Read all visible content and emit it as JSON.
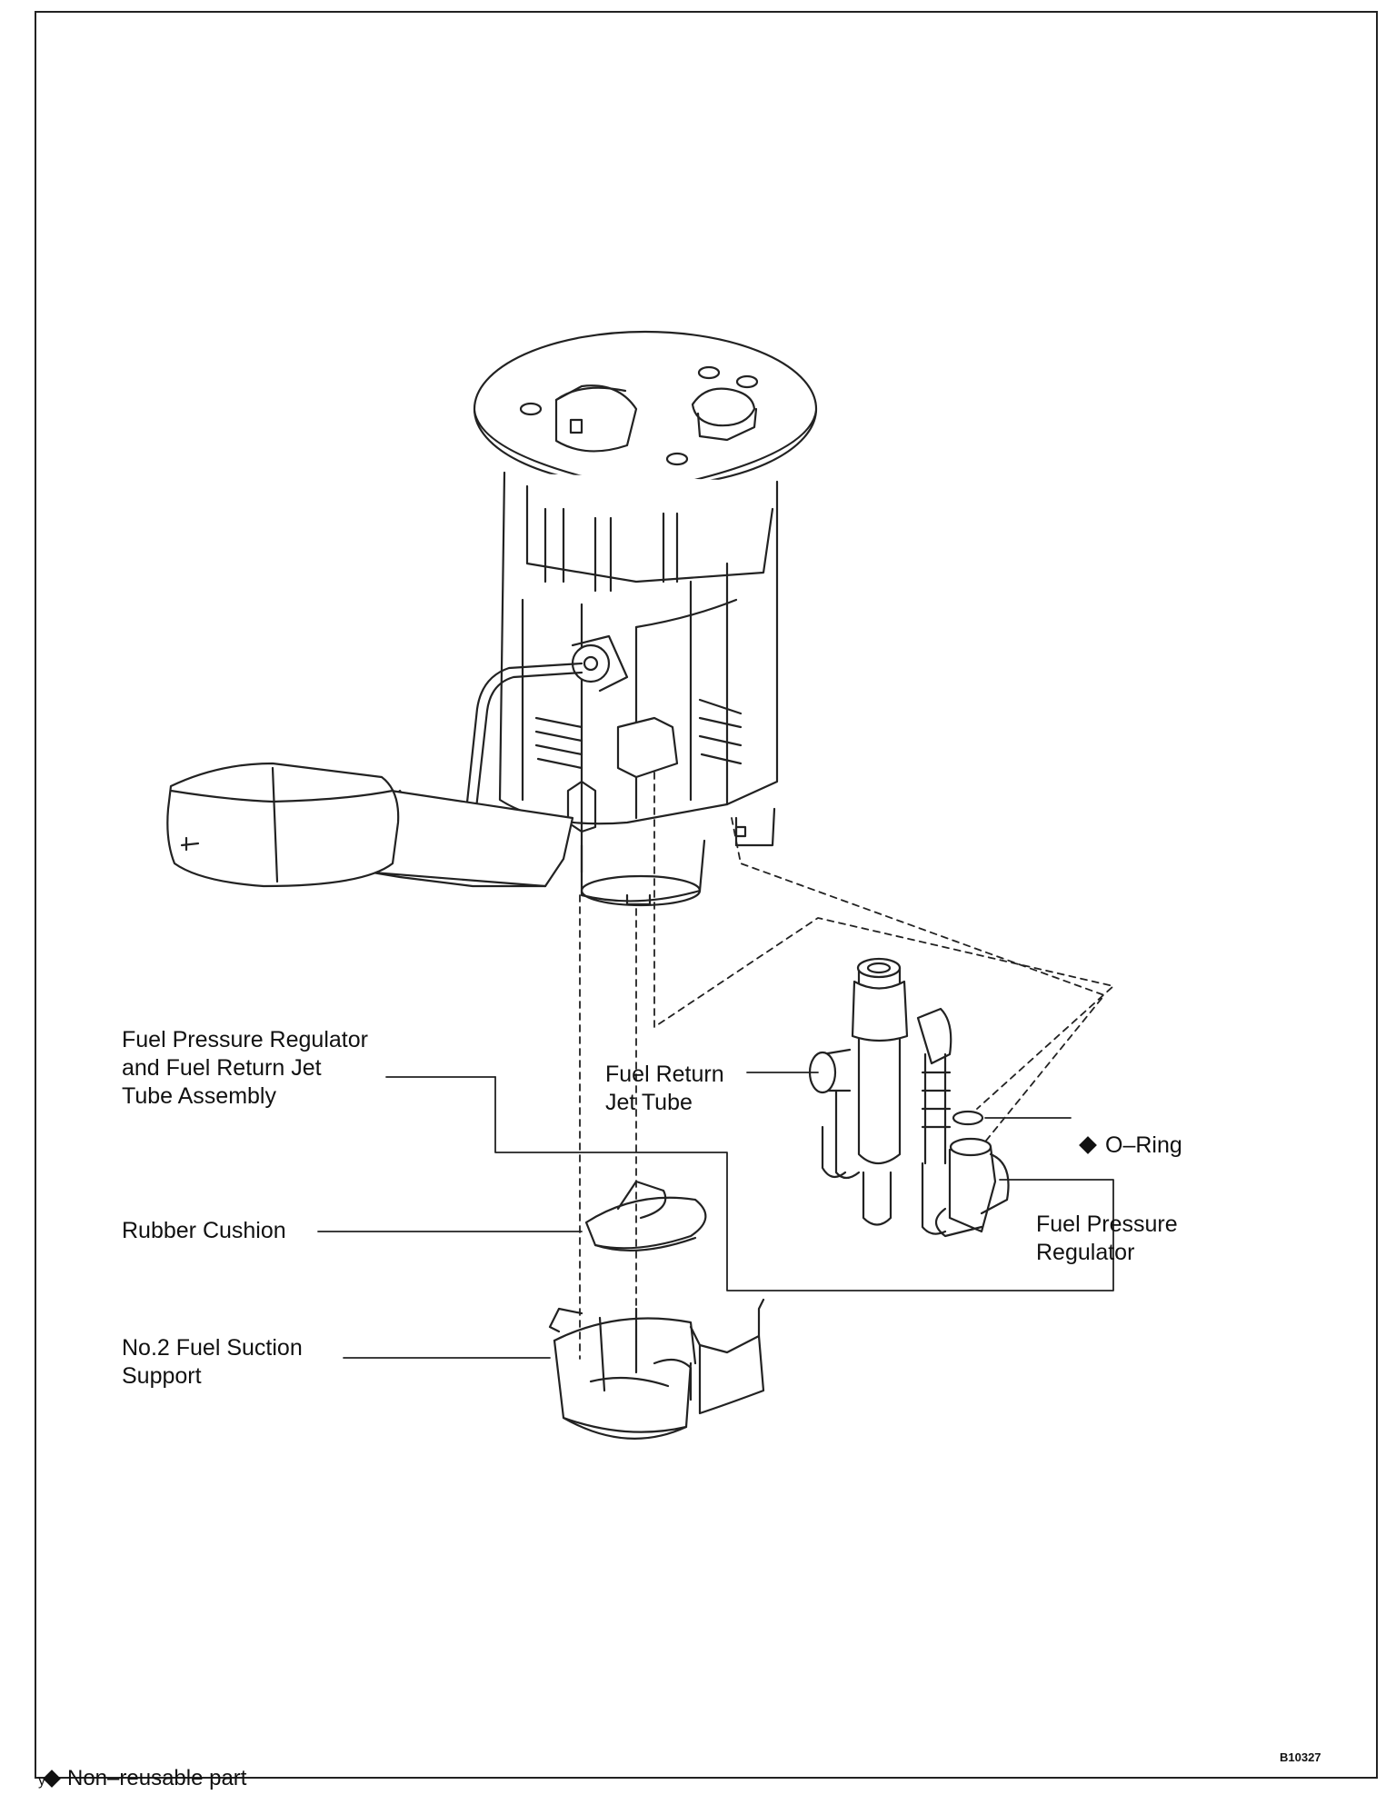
{
  "labels": {
    "assembly": "Fuel Pressure Regulator\nand Fuel Return Jet\nTube Assembly",
    "jet_tube": "Fuel Return\nJet Tube",
    "o_ring": "O–Ring",
    "rubber_cushion": "Rubber Cushion",
    "suction_support": "No.2 Fuel Suction\nSupport",
    "fpr": "Fuel Pressure\nRegulator"
  },
  "legend": {
    "prefix": "y",
    "text": "Non–reusable part"
  },
  "figure_id": "B10327"
}
